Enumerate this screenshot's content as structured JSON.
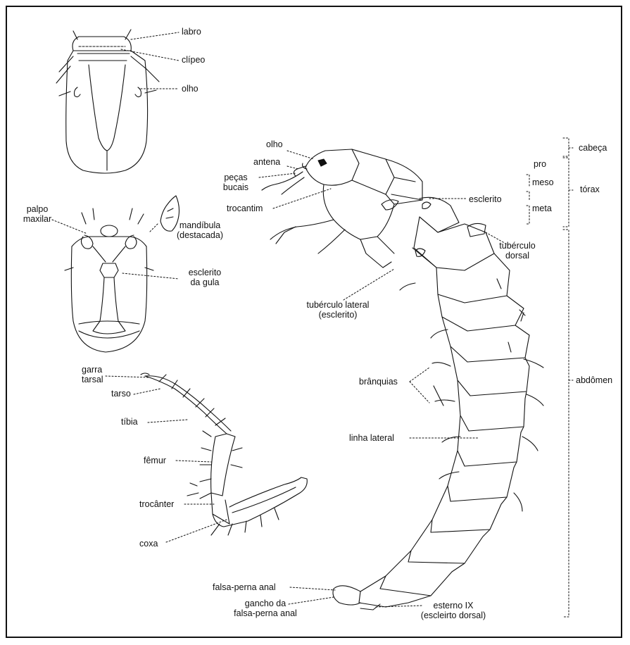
{
  "colors": {
    "ink": "#111111",
    "paper": "#ffffff"
  },
  "labels": {
    "labro": "labro",
    "clipeo": "clípeo",
    "olho_head": "olho",
    "palpo_line1": "palpo",
    "palpo_line2": "maxilar",
    "mandibula_line1": "mandíbula",
    "mandibula_line2": "(destacada)",
    "esclerito_gula_line1": "esclerito",
    "esclerito_gula_line2": "da gula",
    "garra_line1": "garra",
    "garra_line2": "tarsal",
    "tarso": "tarso",
    "tibia": "tíbia",
    "femur": "fêmur",
    "trocanter": "trocânter",
    "coxa": "coxa",
    "olho_larva": "olho",
    "antena": "antena",
    "pecas_line1": "peças",
    "pecas_line2": "bucais",
    "trocantim": "trocantim",
    "esclerito": "esclerito",
    "tuberculo_dorsal_line1": "tubérculo",
    "tuberculo_dorsal_line2": "dorsal",
    "tuberculo_lateral_line1": "tubérculo lateral",
    "tuberculo_lateral_line2": "(esclerito)",
    "branquias": "brânquias",
    "linha_lateral": "linha lateral",
    "falsa_perna": "falsa-perna anal",
    "gancho_line1": "gancho da",
    "gancho_line2": "falsa-perna anal",
    "esterno_line1": "esterno IX",
    "esterno_line2": "(escleirto dorsal)",
    "cabeca": "cabeça",
    "pro": "pro",
    "meso": "meso",
    "meta": "meta",
    "torax": "tórax",
    "abdomen": "abdômen"
  }
}
